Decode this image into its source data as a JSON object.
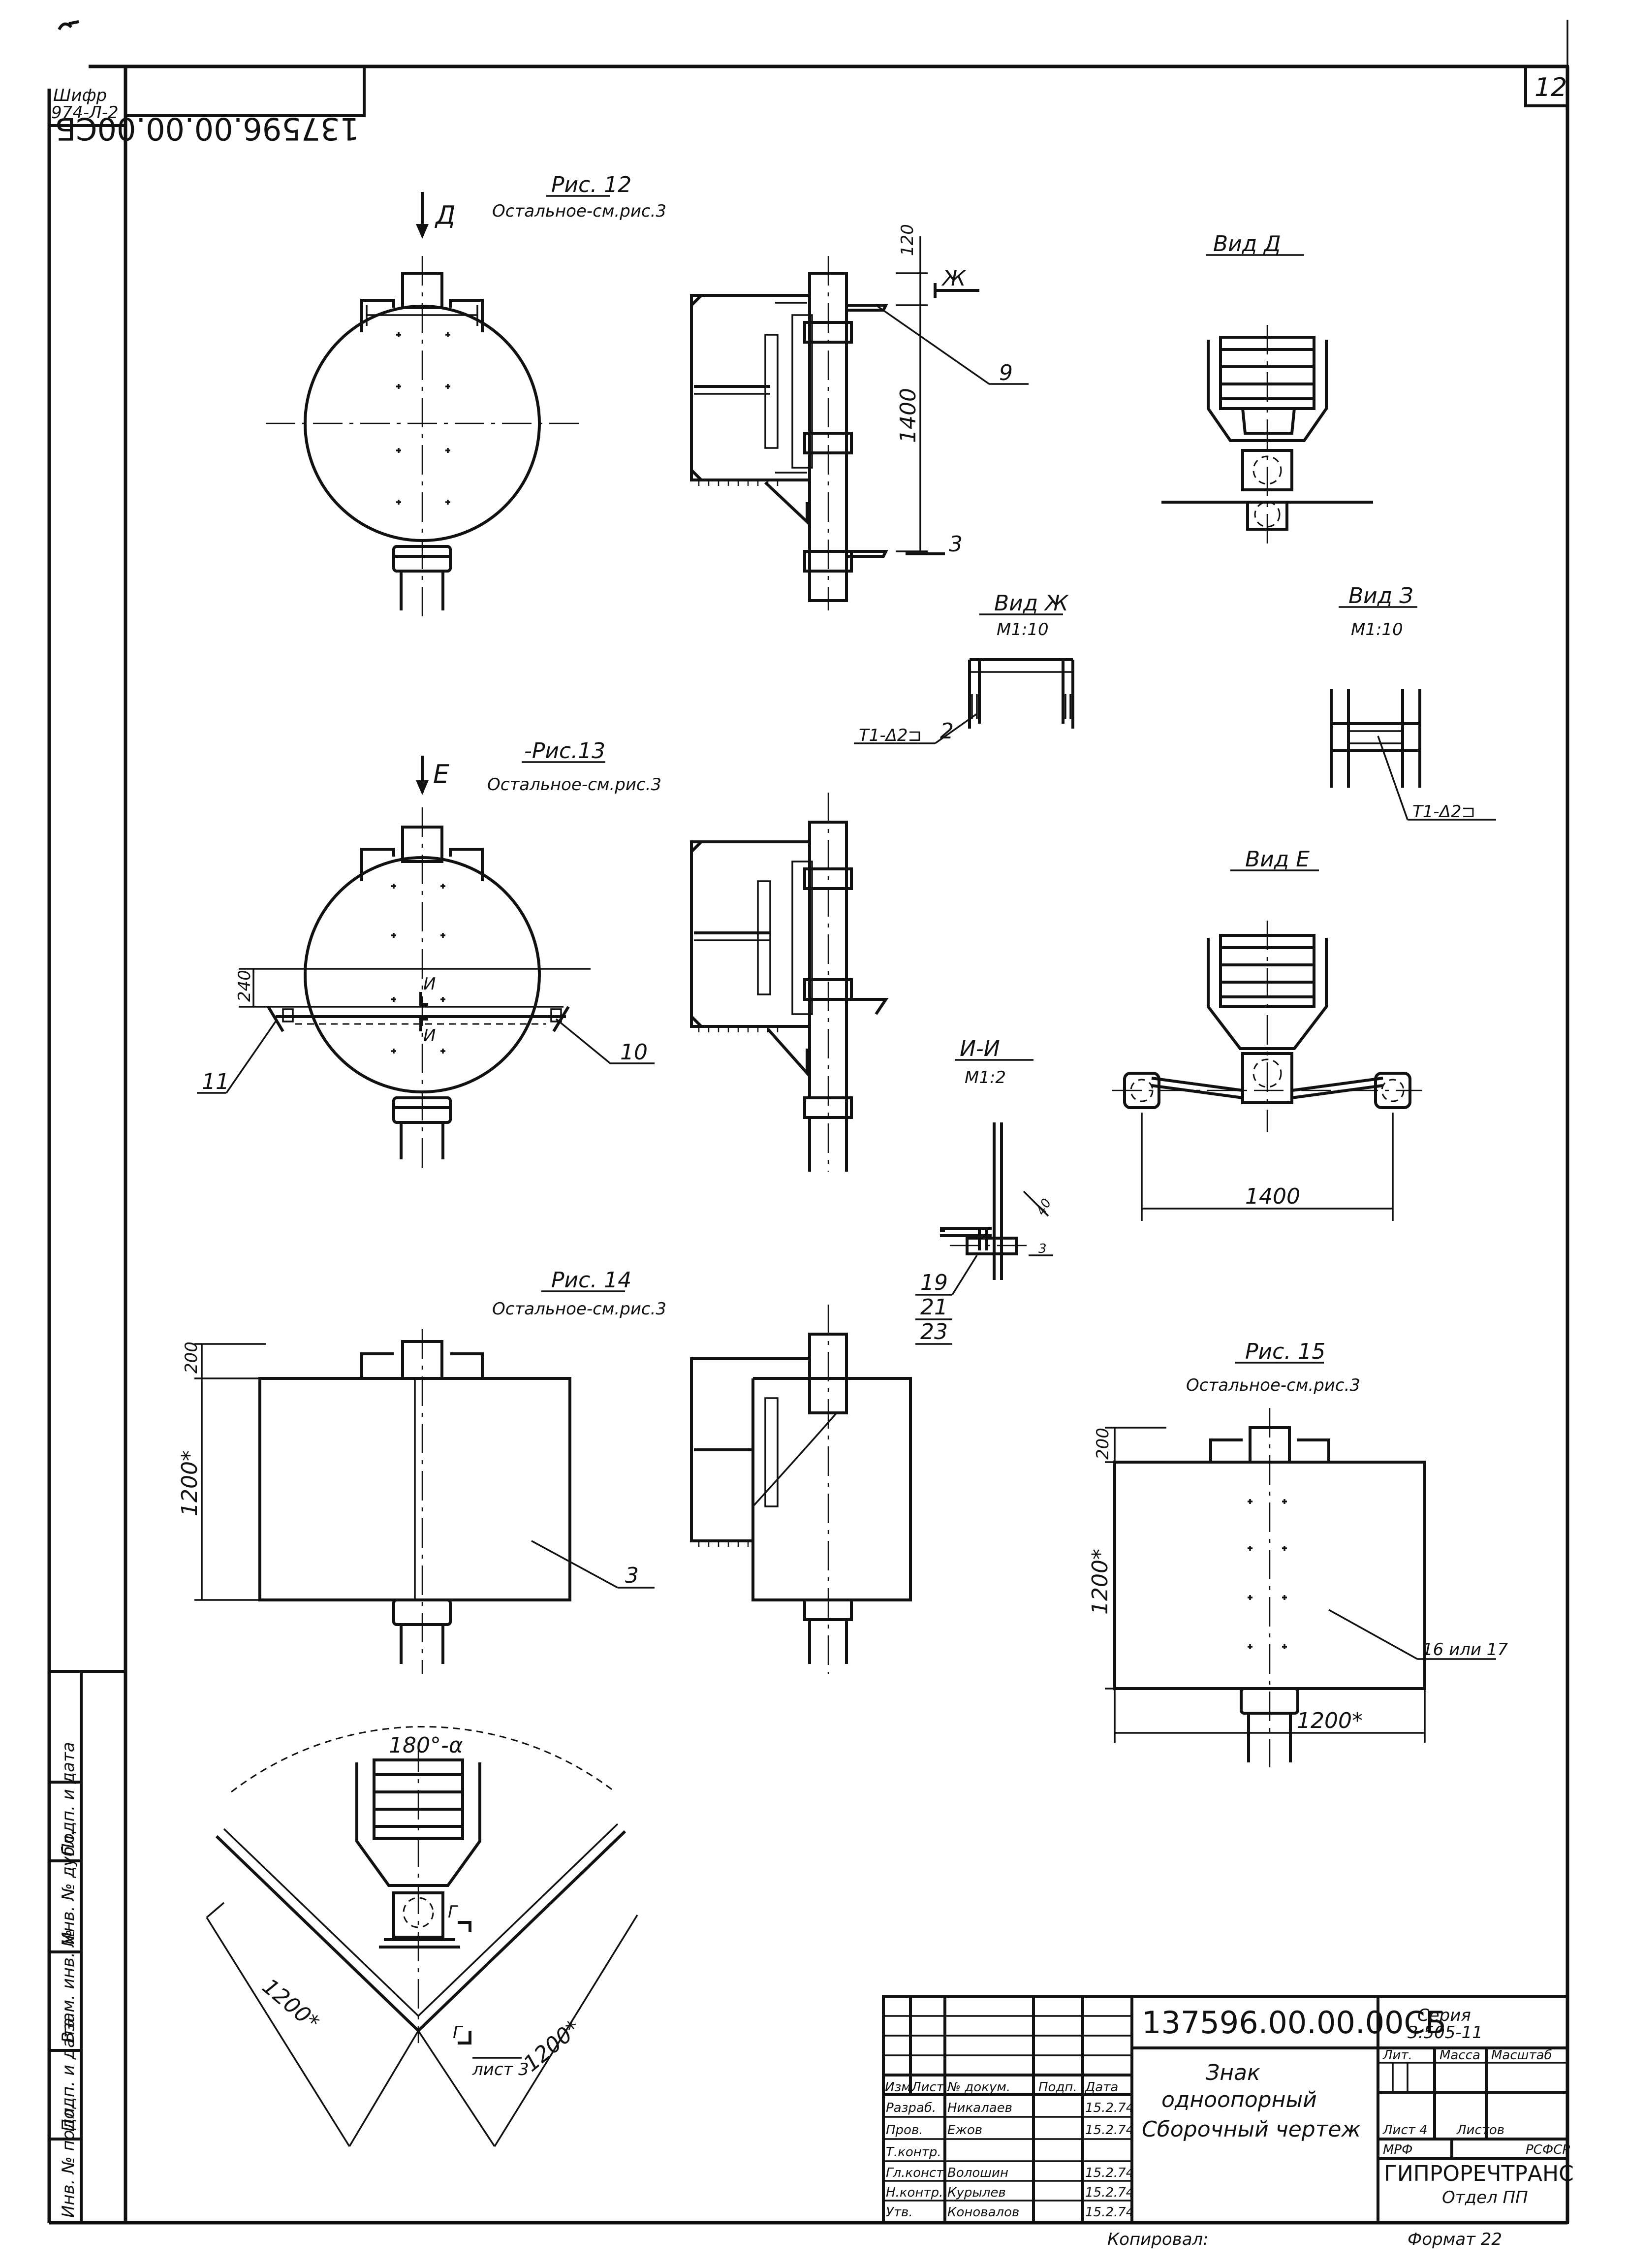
{
  "sheet_number": "12",
  "side_code": {
    "label": "Шифр",
    "value": "974-Л-2"
  },
  "mirrored_code": "137596.00.00.00СБ",
  "figures": {
    "fig12": {
      "title": "Рис. 12",
      "note": "Остальное-см.рис.3",
      "arrow": "Д",
      "dim_top": "120",
      "dim_main": "1400",
      "view_mark": "Ж",
      "pos_9": "9",
      "pos_3": "3"
    },
    "viewD": {
      "title": "Вид Д"
    },
    "viewZh": {
      "title": "Вид Ж",
      "scale": "М1:10",
      "weld": "Т1-Δ2⊐",
      "pos_2": "2"
    },
    "view3": {
      "title": "Вид З",
      "scale": "М1:10",
      "weld": "Т1-Δ2⊐"
    },
    "fig13": {
      "title": "-Рис.13",
      "note": "Остальное-см.рис.3",
      "arrow": "Е",
      "dim_240": "240",
      "sec_mark": "И",
      "pos_11": "11",
      "pos_10": "10"
    },
    "viewE": {
      "title": "Вид Е",
      "dim": "1400"
    },
    "secI": {
      "title": "И-И",
      "scale": "М1:2",
      "pos_19": "19",
      "pos_21": "21",
      "pos_23": "23"
    },
    "fig14": {
      "title": "Рис. 14",
      "note": "Остальное-см.рис.3",
      "dim_200": "200",
      "dim_1200": "1200*",
      "pos_3": "3"
    },
    "fig15": {
      "title": "Рис. 15",
      "note": "Остальное-см.рис.3",
      "dim_200": "200",
      "dim_1200v": "1200*",
      "dim_1200h": "1200*",
      "pos_16": "16 или 17"
    },
    "corner": {
      "angle": "180°-α",
      "dim_left": "1200*",
      "dim_right": "1200*",
      "mark": "Г",
      "mark_sheet": "лист 3"
    }
  },
  "side_stamp": [
    "Инв. № подл.",
    "Подп. и дата",
    "Взам. инв. №",
    "Инв. № дубл.",
    "Подп. и дата"
  ],
  "title_block": {
    "doc_code": "137596.00.00.00СБ",
    "series_label": "Серия",
    "series_value": "3.505-11",
    "name_line1": "Знак",
    "name_line2": "одноопорный",
    "name_line3": "Сборочный чертеж",
    "hdr": [
      "Изм.",
      "Лист",
      "№ докум.",
      "Подп.",
      "Дата"
    ],
    "rows": [
      [
        "Разраб.",
        "Никалаев",
        "",
        "15.2.74"
      ],
      [
        "Пров.",
        "Ежов",
        "",
        "15.2.74"
      ],
      [
        "Т.контр.",
        "",
        "",
        ""
      ],
      [
        "Гл.конст.",
        "Волошин",
        "",
        "15.2.74"
      ],
      [
        "Н.контр.",
        "Курылев",
        "",
        "15.2.74"
      ],
      [
        "Утв.",
        "Коновалов",
        "",
        "15.2.74"
      ]
    ],
    "lit_hdr": [
      "Лит.",
      "Масса",
      "Масштаб"
    ],
    "sheet_label": "Лист 4",
    "sheets_label": "Листов",
    "org_ministry": "МРФ",
    "org_rep": "РСФСР",
    "org_name": "ГИПРОРЕЧТРАНС",
    "org_dept": "Отдел ПП",
    "copied": "Копировал:",
    "format": "Формат 22"
  }
}
